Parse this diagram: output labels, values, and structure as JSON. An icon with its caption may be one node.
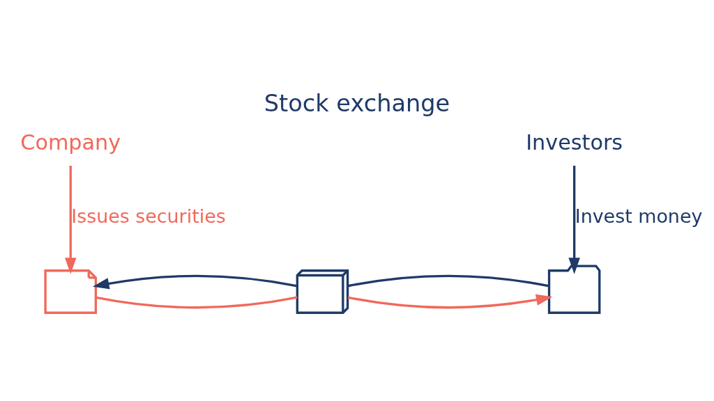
{
  "diagram": {
    "title": "Stock exchange",
    "nodes": [
      {
        "text": [],
        "shape": "document"
      },
      {
        "text": [],
        "shape": "monitor"
      },
      {
        "text": [],
        "shape": "money"
      },
      {
        "text": [
          "Company"
        ]
      },
      {
        "text": [
          "Investors"
        ]
      }
    ],
    "edges": [
      {
        "from": 0,
        "to": 1,
        "arrow": "none",
        "color": "#f0695a"
      },
      {
        "from": 1,
        "to": 2,
        "arrow": "to",
        "color": "#f0695a"
      },
      {
        "from": 2,
        "to": 1,
        "arrow": "none",
        "color": "#1f3a68"
      },
      {
        "from": 1,
        "to": 0,
        "arrow": "to",
        "color": "#1f3a68"
      },
      {
        "from": 3,
        "to": 0,
        "arrow": "to",
        "label": "Issues securities",
        "color": "#f0695a"
      },
      {
        "from": 4,
        "to": 2,
        "arrow": "to",
        "label": "Invest money",
        "color": "#1f3a68"
      }
    ]
  }
}
